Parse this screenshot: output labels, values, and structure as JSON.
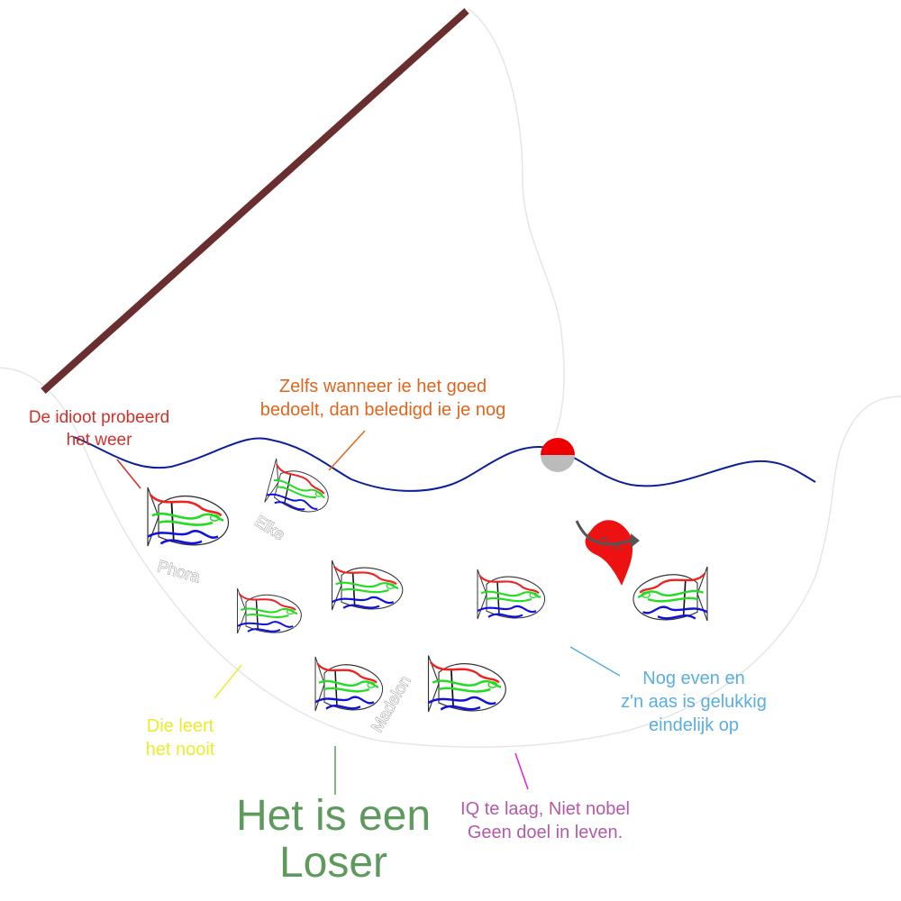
{
  "annotations": {
    "idioot": {
      "lines": [
        "De idioot probeerd",
        "het weer"
      ],
      "color": "#d2302b"
    },
    "zelfs": {
      "lines": [
        "Zelfs wanneer ie het goed",
        "bedoelt, dan beledigd ie je nog"
      ],
      "color": "#e0661f"
    },
    "nog_even": {
      "lines": [
        "Nog even en",
        "z'n aas is gelukkig",
        "eindelijk op"
      ],
      "color": "#5aaee0"
    },
    "leert": {
      "lines": [
        "Die leert",
        "het nooit"
      ],
      "color": "#ecec2a"
    },
    "loser": {
      "lines": [
        "Het is een",
        "Loser"
      ],
      "color": "#5e9a5e"
    },
    "iq": {
      "lines": [
        "IQ te laag, Niet nobel",
        "Geen doel in leven."
      ],
      "color": "#b45aa8"
    }
  },
  "fish_names": {
    "phora": "Phora",
    "elke": "Elke",
    "madelon": "Madelon"
  },
  "colors": {
    "rod": "#6b2e2e",
    "water": "#0d1f99",
    "bobber_top": "#ee0000",
    "bobber_bottom": "#bbbbbb",
    "bait": "#ee1111",
    "bowl_outline": "#e4e4e4",
    "fish_red": "#ee2222",
    "fish_green": "#22dd22",
    "fish_blue": "#1111dd"
  }
}
